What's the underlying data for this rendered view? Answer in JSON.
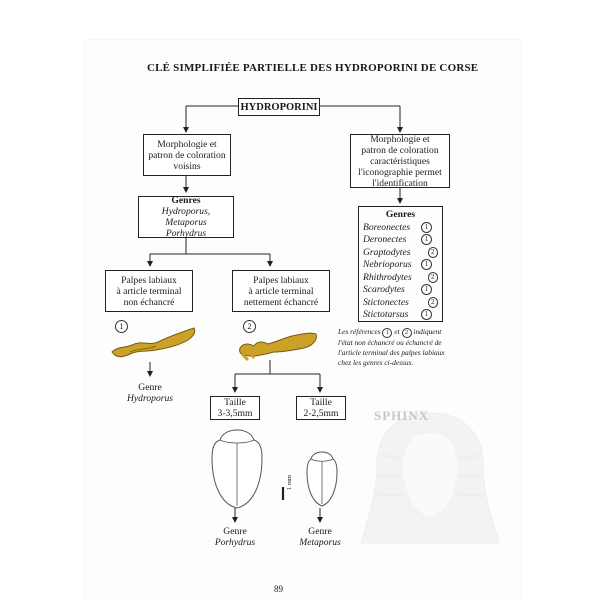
{
  "title": "CLÉ SIMPLIFIÉE PARTIELLE DES HYDROPORINI DE CORSE",
  "root": "HYDROPORINI",
  "left_branch": {
    "text": [
      "Morphologie et",
      "patron de coloration",
      "voisins"
    ],
    "genres_head": "Genres",
    "genres_line1": "Hydroporus, Metaporus",
    "genres_line2": "Porhydrus"
  },
  "right_branch": {
    "text": [
      "Morphologie et",
      "patron de coloration",
      "caractéristiques",
      "l'iconographie permet",
      "l'identification"
    ],
    "genres_head": "Genres",
    "genres": [
      {
        "name": "Boreonectes",
        "ref": "1"
      },
      {
        "name": "Deronectes",
        "ref": "1"
      },
      {
        "name": "Graptodytes",
        "ref": "2"
      },
      {
        "name": "Nebrioporus",
        "ref": "1"
      },
      {
        "name": "Rhithrodytes",
        "ref": "2"
      },
      {
        "name": "Scarodytes",
        "ref": "1"
      },
      {
        "name": "Stictonectes",
        "ref": "2"
      },
      {
        "name": "Stictotarsus",
        "ref": "1"
      }
    ]
  },
  "note": {
    "part1": "Les références",
    "ref1": "1",
    "and": "et",
    "ref2": "2",
    "part2": "indiquent l'état non échancré ou échancré de l'article terminal des palpes labiaux chez les genres ci-dessus."
  },
  "palpes_left": [
    "Palpes labiaux",
    "à article terminal",
    "non échancré"
  ],
  "palpes_right": [
    "Palpes labiaux",
    "à article terminal",
    "nettement échancré"
  ],
  "marker1": "1",
  "marker2": "2",
  "genre_hydroporus": {
    "label": "Genre",
    "name": "Hydroporus"
  },
  "taille_large": [
    "Taille",
    "3-3,5mm"
  ],
  "taille_small": [
    "Taille",
    "2-2,5mm"
  ],
  "scale_label": "1 mm",
  "genre_porhydrus": {
    "label": "Genre",
    "name": "Porhydrus"
  },
  "genre_metaporus": {
    "label": "Genre",
    "name": "Metaporus"
  },
  "watermark": "SPHINX",
  "page_number": "89",
  "colors": {
    "palp": "#c9a227",
    "palp_dark": "#7a5a10"
  }
}
